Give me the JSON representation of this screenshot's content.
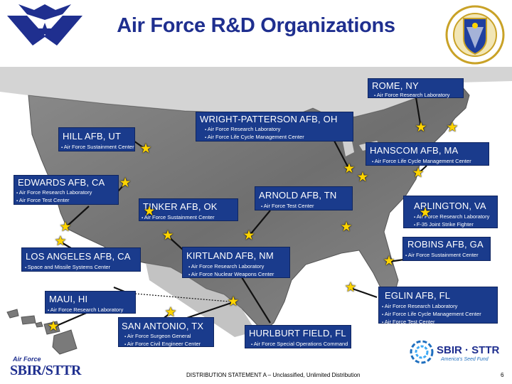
{
  "title": "Air Force R&D Organizations",
  "locations": [
    {
      "name": "ROME, NY",
      "items": [
        "Air Force Research Laboratory"
      ]
    },
    {
      "name": "WRIGHT-PATTERSON AFB, OH",
      "items": [
        "Air Force Research Laboratory",
        "Air Force Life Cycle Management Center"
      ]
    },
    {
      "name": "HILL AFB, UT",
      "items": [
        "Air Force Sustainment Center"
      ]
    },
    {
      "name": "HANSCOM AFB, MA",
      "items": [
        "Air Force Life Cycle Management Center"
      ]
    },
    {
      "name": "EDWARDS AFB, CA",
      "items": [
        "Air Force Research Laboratory",
        "Air Force Test Center"
      ]
    },
    {
      "name": "ARNOLD AFB, TN",
      "items": [
        "Air Force Test Center"
      ]
    },
    {
      "name": "TINKER AFB, OK",
      "items": [
        "Air Force Sustainment Center"
      ]
    },
    {
      "name": "ARLINGTON, VA",
      "items": [
        "Air Force Research Laboratory",
        "F-35 Joint Strike Fighter"
      ]
    },
    {
      "name": "ROBINS AFB, GA",
      "items": [
        "Air Force Sustainment Center"
      ]
    },
    {
      "name": "LOS ANGELES AFB, CA",
      "items": [
        "Space and Missile Systems Center"
      ]
    },
    {
      "name": "KIRTLAND AFB, NM",
      "items": [
        "Air Force Research Laboratory",
        "Air Force Nuclear Weapons Center"
      ]
    },
    {
      "name": "EGLIN AFB, FL",
      "items": [
        "Air Force Research Laboratory",
        "Air Force Life Cycle Management Center",
        "Air Force Test Center"
      ]
    },
    {
      "name": "MAUI, HI",
      "items": [
        "Air Force Research Laboratory"
      ]
    },
    {
      "name": "SAN ANTONIO, TX",
      "items": [
        "Air Force Surgeon General",
        "Air Force Civil Engineer Center"
      ]
    },
    {
      "name": "HURLBURT FIELD, FL",
      "items": [
        "Air Force Special Operations Command"
      ]
    }
  ],
  "footer": {
    "left_logo_top": "Air Force",
    "left_logo_bottom": "SBIR/STTR",
    "right_logo_name": "SBIR · STTR",
    "right_logo_tagline": "America's Seed Fund",
    "distribution": "DISTRIBUTION STATEMENT A – Unclassified, Unlimited Distribution",
    "page_number": "6"
  },
  "colors": {
    "title": "#1f2f8f",
    "box_fill": "#1a3b8c",
    "star": "#ffd400",
    "map_land": "#7d7d7d"
  },
  "icons": [
    "air-force-symbol-icon",
    "afmc-shield-icon",
    "star-icon",
    "sbir-sttr-logo-icon"
  ]
}
